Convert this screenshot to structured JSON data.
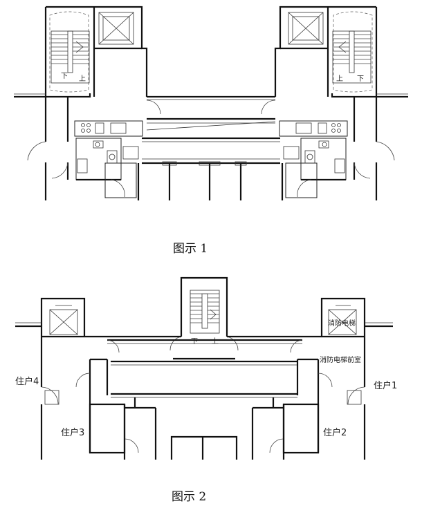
{
  "figure1": {
    "caption": "图示 1",
    "stair_down_left": "下",
    "stair_up_left": "上",
    "stair_down_right": "下",
    "stair_up_right": "上"
  },
  "figure2": {
    "caption": "图示 2",
    "stair_down": "下",
    "stair_up": "上",
    "fire_elevator": "消防电梯",
    "fire_elevator_lobby": "消防电梯前室",
    "unit1": "住户1",
    "unit2": "住户2",
    "unit3": "住户3",
    "unit4": "住户4"
  }
}
